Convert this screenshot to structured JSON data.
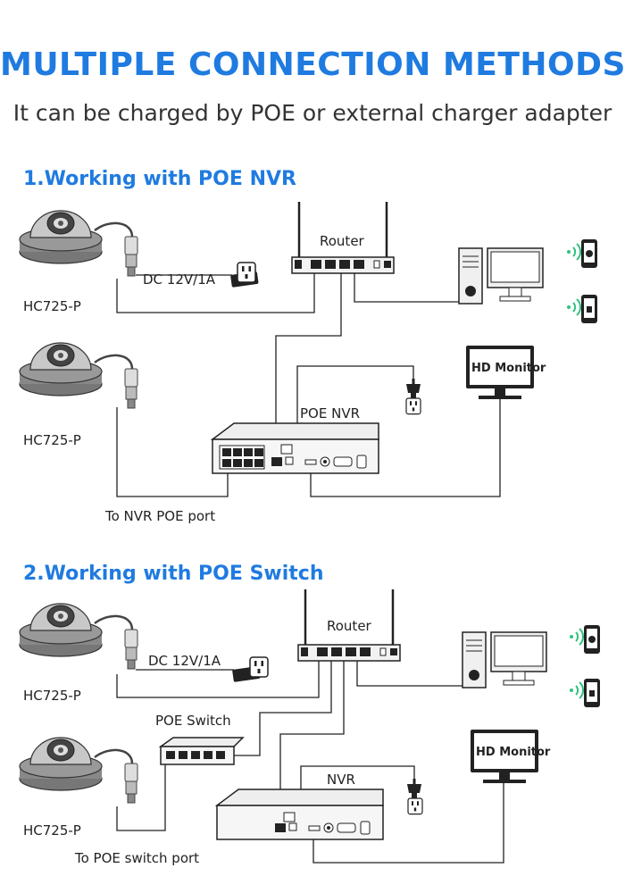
{
  "header": {
    "title": "MULTIPLE CONNECTION METHODS",
    "subtitle": "It can be charged by POE or external charger adapter"
  },
  "section1": {
    "title": "1.Working with POE NVR",
    "camera_top_label": "HC725-P",
    "camera_bottom_label": "HC725-P",
    "power_label": "DC 12V/1A",
    "router_label": "Router",
    "monitor_label": "HD Monitor",
    "nvr_label": "POE NVR",
    "port_note": "To NVR POE port"
  },
  "section2": {
    "title": "2.Working with POE Switch",
    "camera_top_label": "HC725-P",
    "camera_bottom_label": "HC725-P",
    "power_label": "DC 12V/1A",
    "router_label": "Router",
    "switch_label": "POE Switch",
    "monitor_label": "HD Monitor",
    "nvr_label": "NVR",
    "port_note": "To POE switch port"
  },
  "icons": [
    "camera-icon",
    "router-icon",
    "computer-icon",
    "apple-phone-icon",
    "android-phone-icon",
    "monitor-icon",
    "power-outlet-icon",
    "power-plug-icon",
    "nvr-icon",
    "poe-switch-icon",
    "adapter-icon"
  ],
  "colors": {
    "accent": "#1f7be0",
    "wifi": "#2ec27e"
  }
}
